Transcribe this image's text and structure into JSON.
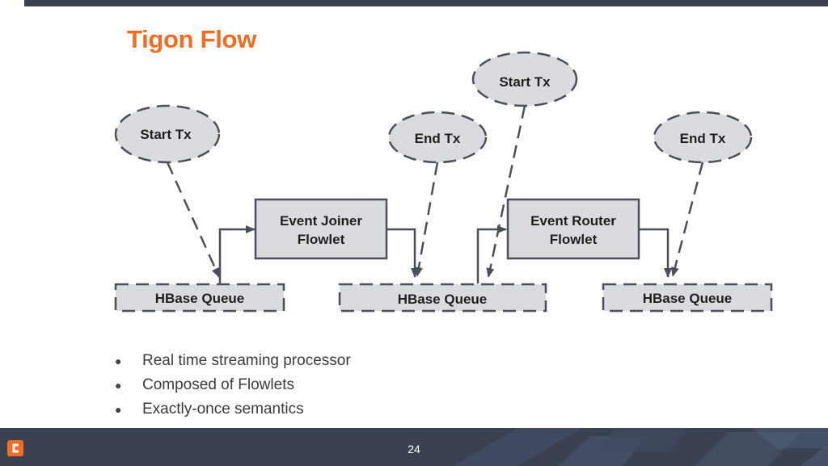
{
  "slide": {
    "title": "Tigon Flow",
    "page_number": "24",
    "accent_color": "#f36c21",
    "footer_color": "#3a4252"
  },
  "diagram": {
    "nodes": {
      "start_tx_1": "Start Tx",
      "end_tx_1": "End Tx",
      "start_tx_2": "Start Tx",
      "end_tx_2": "End Tx",
      "event_joiner_line1": "Event Joiner",
      "event_joiner_line2": "Flowlet",
      "event_router_line1": "Event Router",
      "event_router_line2": "Flowlet",
      "hbase_queue_1": "HBase Queue",
      "hbase_queue_2": "HBase Queue",
      "hbase_queue_3": "HBase Queue"
    }
  },
  "bullets": [
    "Real time streaming processor",
    "Composed of Flowlets",
    "Exactly-once semantics"
  ],
  "logo": {
    "icon": "cask-logo-icon"
  }
}
